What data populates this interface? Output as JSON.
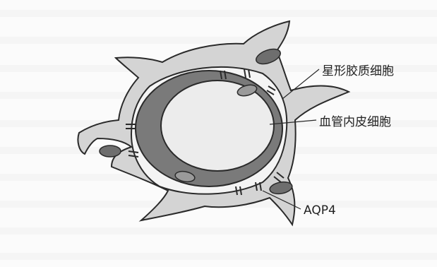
{
  "labels": {
    "astrocyte": "星形胶质细胞",
    "endothelial": "血管内皮细胞",
    "aqp4": "AQP4"
  },
  "colors": {
    "background": "#fbfbfb",
    "outline": "#2a2a2a",
    "astrocyte_fill": "#d4d4d4",
    "vessel_wall": "#7a7a7a",
    "lumen": "#ececec",
    "nucleus": "#6e6e6e"
  }
}
